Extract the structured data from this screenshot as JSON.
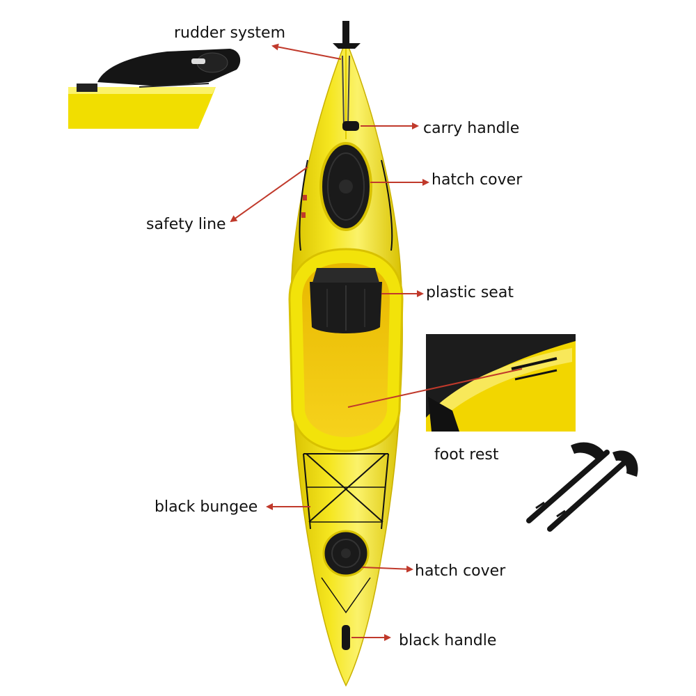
{
  "colors": {
    "hull": "#f2e30a",
    "hull_shade": "#d8c100",
    "hull_light": "#fbf26a",
    "cockpit_inner": "#f0c400",
    "black": "#111111",
    "arrow": "#c0392b",
    "backdrop": "#1c1c1c"
  },
  "labels": {
    "rudder_system": "rudder system",
    "carry_handle": "carry handle",
    "hatch_cover_front": "hatch cover",
    "safety_line": "safety line",
    "plastic_seat": "plastic seat",
    "foot_rest": "foot rest",
    "black_bungee": "black bungee",
    "hatch_cover_rear": "hatch cover",
    "black_handle": "black handle"
  },
  "icons": {
    "rudder_inset": "rudder-photo-icon",
    "footrest_inset": "footrest-photo-icon",
    "footrest_parts": "footrest-rails-icon",
    "kayak": "kayak-top-view-icon"
  }
}
